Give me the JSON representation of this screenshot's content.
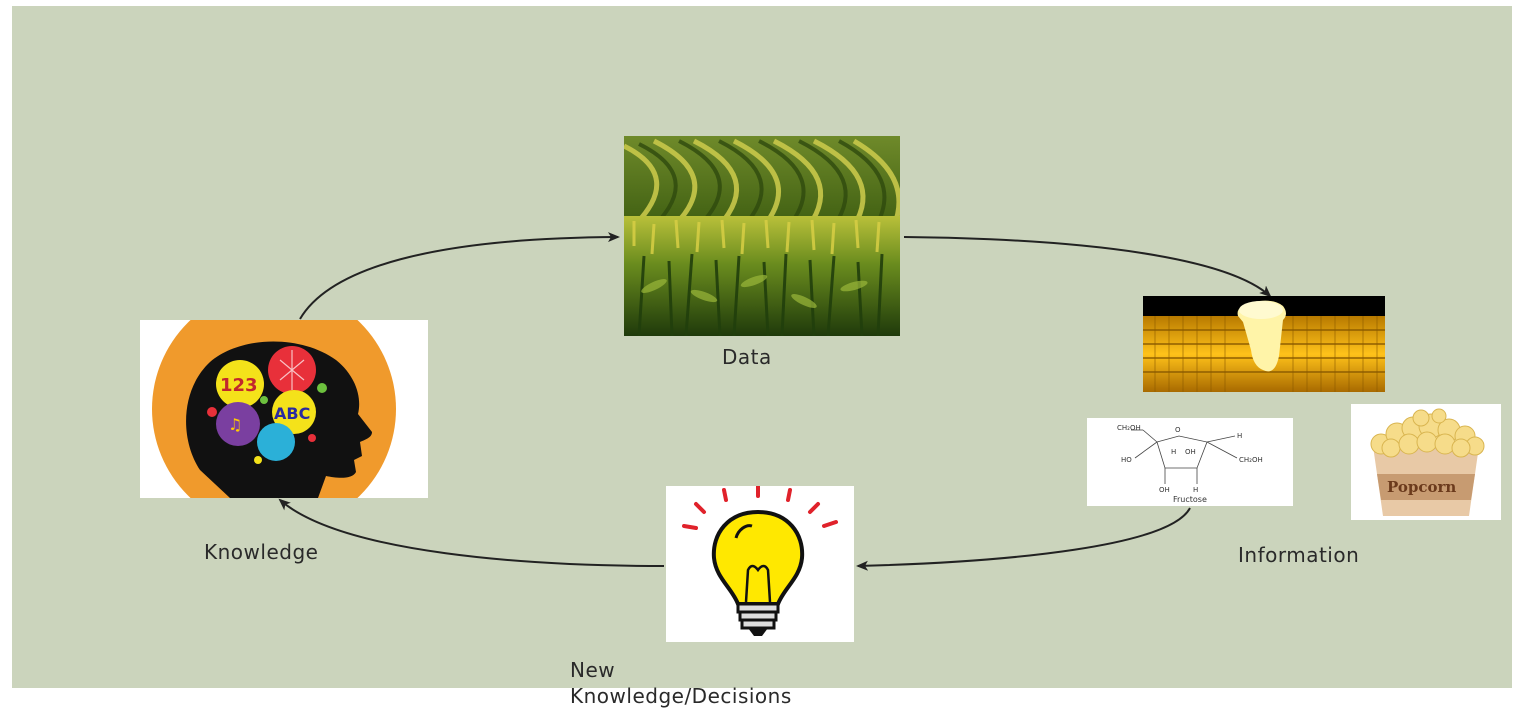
{
  "nodes": {
    "data": {
      "label": "Data"
    },
    "information": {
      "label": "Information"
    },
    "decisions": {
      "label_line1": "New",
      "label_line2": "Knowledge/Decisions"
    },
    "knowledge": {
      "label": "Knowledge"
    }
  },
  "head_bubbles": {
    "numbers": "123",
    "letters": "ABC"
  },
  "popcorn_text": "Popcorn",
  "fructose": {
    "name": "Fructose",
    "groups": {
      "ch2oh_top": "CH₂OH",
      "ch2oh_right": "CH₂OH",
      "ho": "HO",
      "oh1": "OH",
      "oh2": "OH",
      "h1": "H",
      "h2": "H",
      "h3": "H",
      "o": "O"
    }
  },
  "colors": {
    "background": "#cbd4bc",
    "arrow": "#222222",
    "head_ring": "#f09a2c",
    "bulb": "#ffe800",
    "rays": "#e0222b"
  }
}
